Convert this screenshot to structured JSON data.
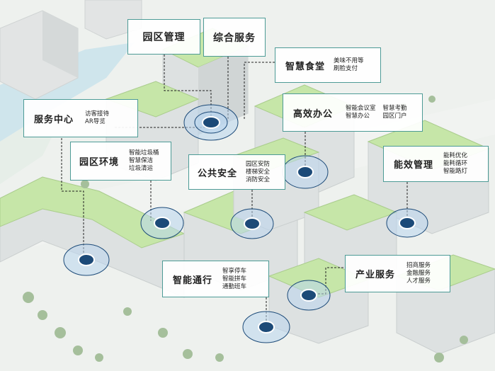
{
  "colors": {
    "label_border": "#4d9b96",
    "marker_fill": "#1c4a78",
    "ring": "#b9d6ee",
    "roof_green": "#c6e6a8",
    "building": "#e4e7e7",
    "water": "#c9e3ec",
    "tree": "#9ab890"
  },
  "labels": {
    "park_management": {
      "title": "园区管理",
      "items": []
    },
    "integrated_services": {
      "title": "综合服务",
      "items": []
    },
    "smart_canteen": {
      "title": "智慧食堂",
      "items": [
        "美味不用等",
        "刷脸支付"
      ]
    },
    "service_center": {
      "title": "服务中心",
      "items": [
        "访客接待",
        "AR导览"
      ]
    },
    "efficient_office": {
      "title": "高效办公",
      "items_col1": [
        "智能会议室",
        "智慧办公"
      ],
      "items_col2": [
        "智慧考勤",
        "园区门户"
      ]
    },
    "park_environment": {
      "title": "园区环境",
      "items": [
        "智能垃圾桶",
        "智慧保洁",
        "垃圾清运"
      ]
    },
    "public_safety": {
      "title": "公共安全",
      "items": [
        "园区安防",
        "楼梯安全",
        "消防安全"
      ]
    },
    "energy_management": {
      "title": "能效管理",
      "items": [
        "能耗优化",
        "能耗循环",
        "智能路灯"
      ]
    },
    "smart_traffic": {
      "title": "智能通行",
      "items": [
        "智享停车",
        "智能拼车",
        "通勤班车"
      ]
    },
    "industrial_services": {
      "title": "产业服务",
      "items": [
        "招商服务",
        "金融服务",
        "人才服务"
      ]
    }
  },
  "markers": [
    "park-center",
    "efficient-office",
    "park-environment",
    "public-safety",
    "energy-management",
    "service-center",
    "industrial-services",
    "smart-traffic"
  ]
}
